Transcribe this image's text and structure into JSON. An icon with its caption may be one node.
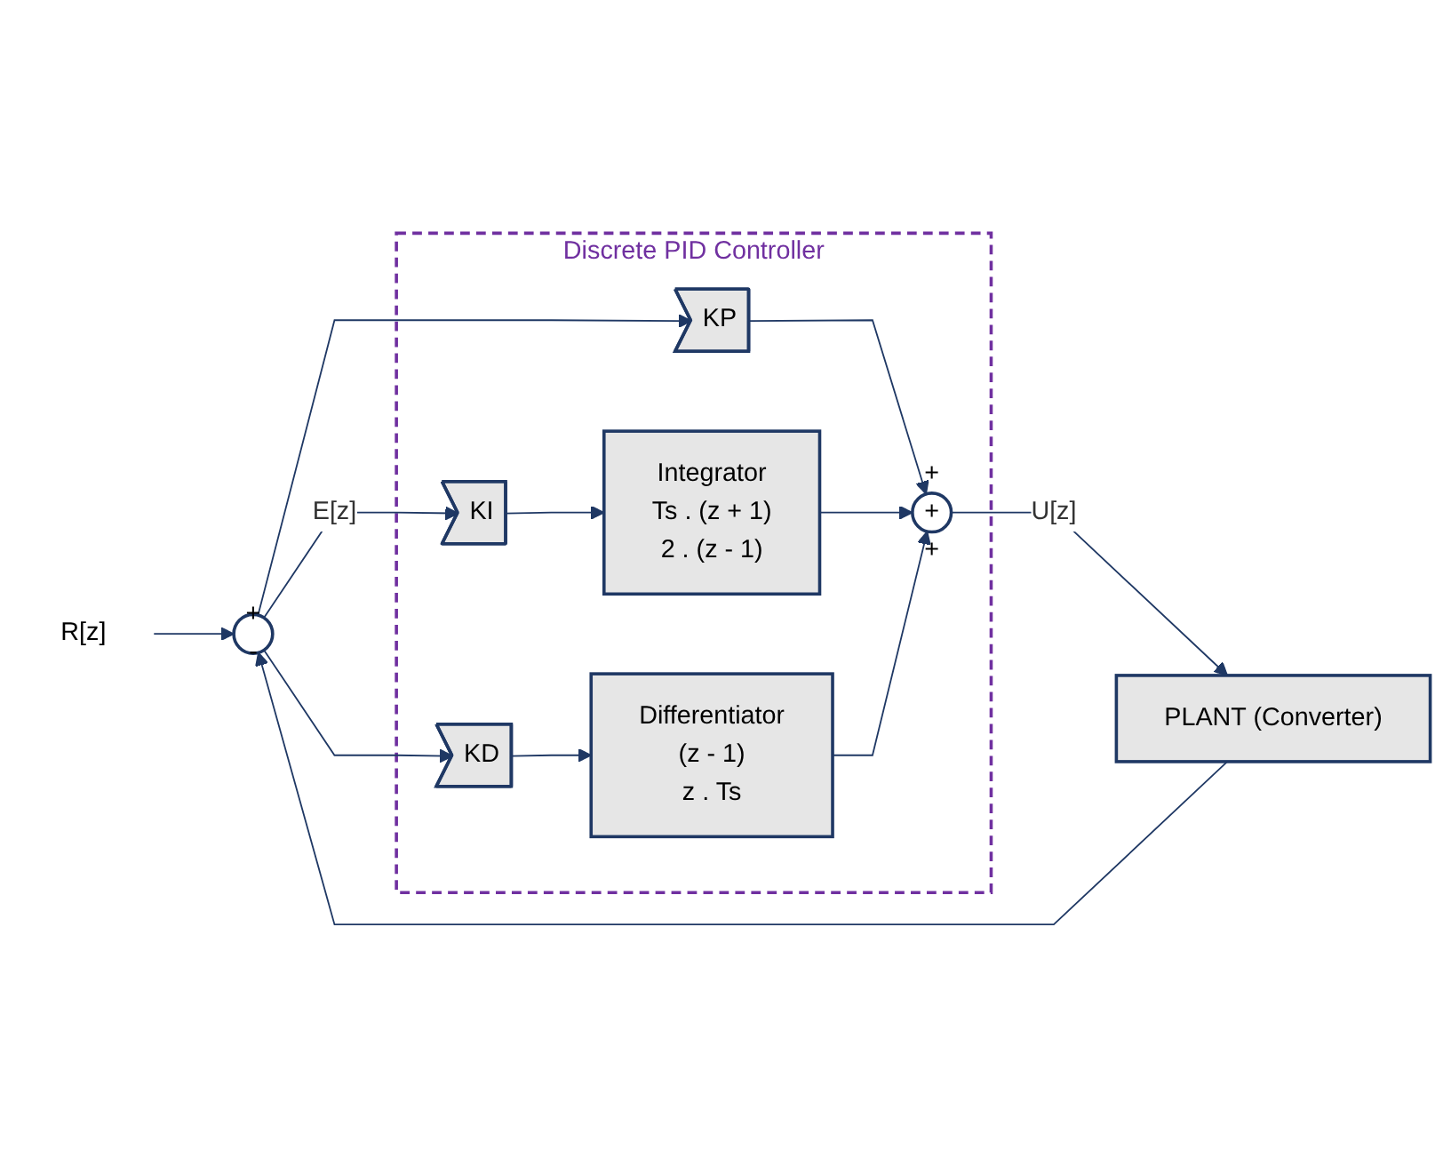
{
  "diagram": {
    "nodes": [
      {
        "text": [
          "R[z]"
        ]
      },
      {
        "text": [
          "+",
          "-"
        ]
      },
      {
        "text": [
          "PLANT (Converter)"
        ]
      },
      {
        "text": [
          "Discrete PID Controller"
        ]
      },
      {
        "text": [
          "KP"
        ],
        "in": 3
      },
      {
        "text": [
          "KI"
        ],
        "in": 3
      },
      {
        "text": [
          "KD"
        ],
        "in": 3
      },
      {
        "text": [
          "Integrator",
          "Ts . (z + 1)",
          "2 . (z - 1)"
        ],
        "in": 3
      },
      {
        "text": [
          "Differentiator",
          "(z - 1)",
          "z . Ts"
        ],
        "in": 3
      },
      {
        "text": [
          "+",
          "+",
          "+"
        ],
        "in": 3
      }
    ],
    "edges": [
      {
        "from": 0,
        "to": 1,
        "arrow": "to"
      },
      {
        "from": 2,
        "to": 1,
        "arrow": "to"
      },
      {
        "from": 1,
        "to": 4,
        "arrow": "to"
      },
      {
        "from": 1,
        "to": 5,
        "arrow": "to",
        "label": "E[z]"
      },
      {
        "from": 1,
        "to": 6,
        "arrow": "to"
      },
      {
        "from": 4,
        "to": 9,
        "arrow": "to"
      },
      {
        "from": 5,
        "to": 7,
        "arrow": "to"
      },
      {
        "from": 7,
        "to": 9,
        "arrow": "to"
      },
      {
        "from": 6,
        "to": 8,
        "arrow": "to"
      },
      {
        "from": 8,
        "to": 9,
        "arrow": "to"
      },
      {
        "from": 9,
        "to": 2,
        "arrow": "to",
        "label": "U[z]"
      }
    ]
  }
}
